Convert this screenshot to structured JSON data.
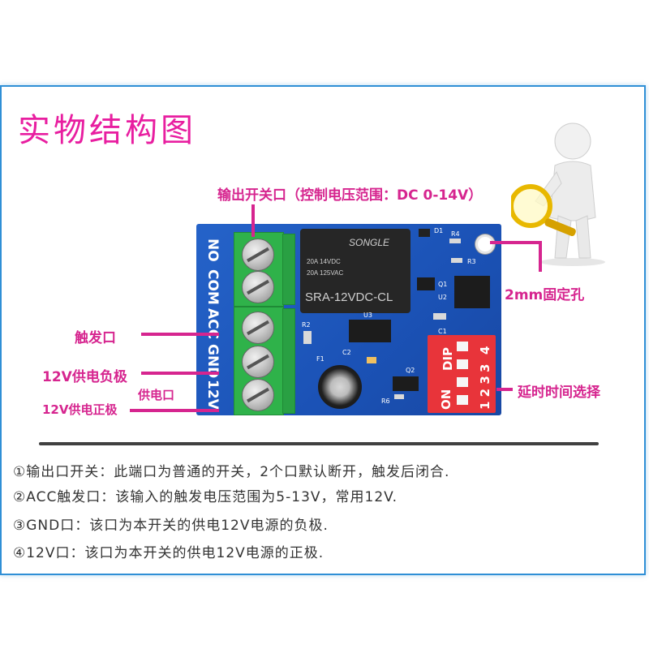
{
  "title": "实物结构图",
  "labels": {
    "output_switch": "输出开关口（控制电压范围：DC 0-14V）",
    "mount_hole": "2mm固定孔",
    "trigger": "触发口",
    "neg": "12V供电负极",
    "power": "供电口",
    "pos": "12V供电正极",
    "delay": "延时时间选择"
  },
  "silkscreen": {
    "no": "NO",
    "com": "COM",
    "acc": "ACC",
    "gnd": "GND",
    "v12": "12V",
    "d1": "D1",
    "r4": "R4",
    "r3": "R3",
    "q1": "Q1",
    "u2": "U2",
    "r2": "R2",
    "c1": "C1",
    "f1": "F1",
    "c2": "C2",
    "r6": "R6",
    "u3": "U3",
    "q2": "Q2"
  },
  "relay": {
    "brand": "SONGLE",
    "rating1": "20A 14VDC",
    "rating2": "20A 125VAC",
    "model": "SRA-12VDC-CL"
  },
  "dip": {
    "dip_label": "DIP",
    "dip_nums": "4",
    "dip_nums2": "3",
    "on_label": "ON",
    "on_nums": "1 2 3"
  },
  "notes": [
    "①输出口开关：此端口为普通的开关，2个口默认断开，触发后闭合.",
    "②ACC触发口：该输入的触发电压范围为5-13V，常用12V.",
    "③GND口：该口为本开关的供电12V电源的负极.",
    "④12V口：该口为本开关的供电12V电源的正极."
  ],
  "colors": {
    "accent": "#d6258f",
    "title": "#e81ea0",
    "delay_label": "#ff6a1a",
    "pcb": "#1f56bb",
    "frame": "#2f8fd6"
  }
}
